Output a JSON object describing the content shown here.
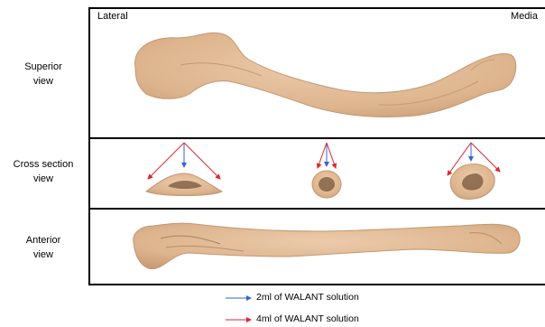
{
  "rows": {
    "superior": {
      "line1": "Superior",
      "line2": "view"
    },
    "cross": {
      "line1": "Cross section",
      "line2": "view"
    },
    "anterior": {
      "line1": "Anterior",
      "line2": "view"
    }
  },
  "orientation": {
    "lateral": "Lateral",
    "medial": "Media"
  },
  "legend": {
    "blue_text": "2ml of WALANT solution",
    "red_text": "4ml of WALANT solution"
  },
  "colors": {
    "bone": "#e3bd98",
    "bone_shadow": "#c89d76",
    "blue_arrow": "#3a5fd6",
    "red_arrow": "#e0262b",
    "border": "#000000"
  }
}
